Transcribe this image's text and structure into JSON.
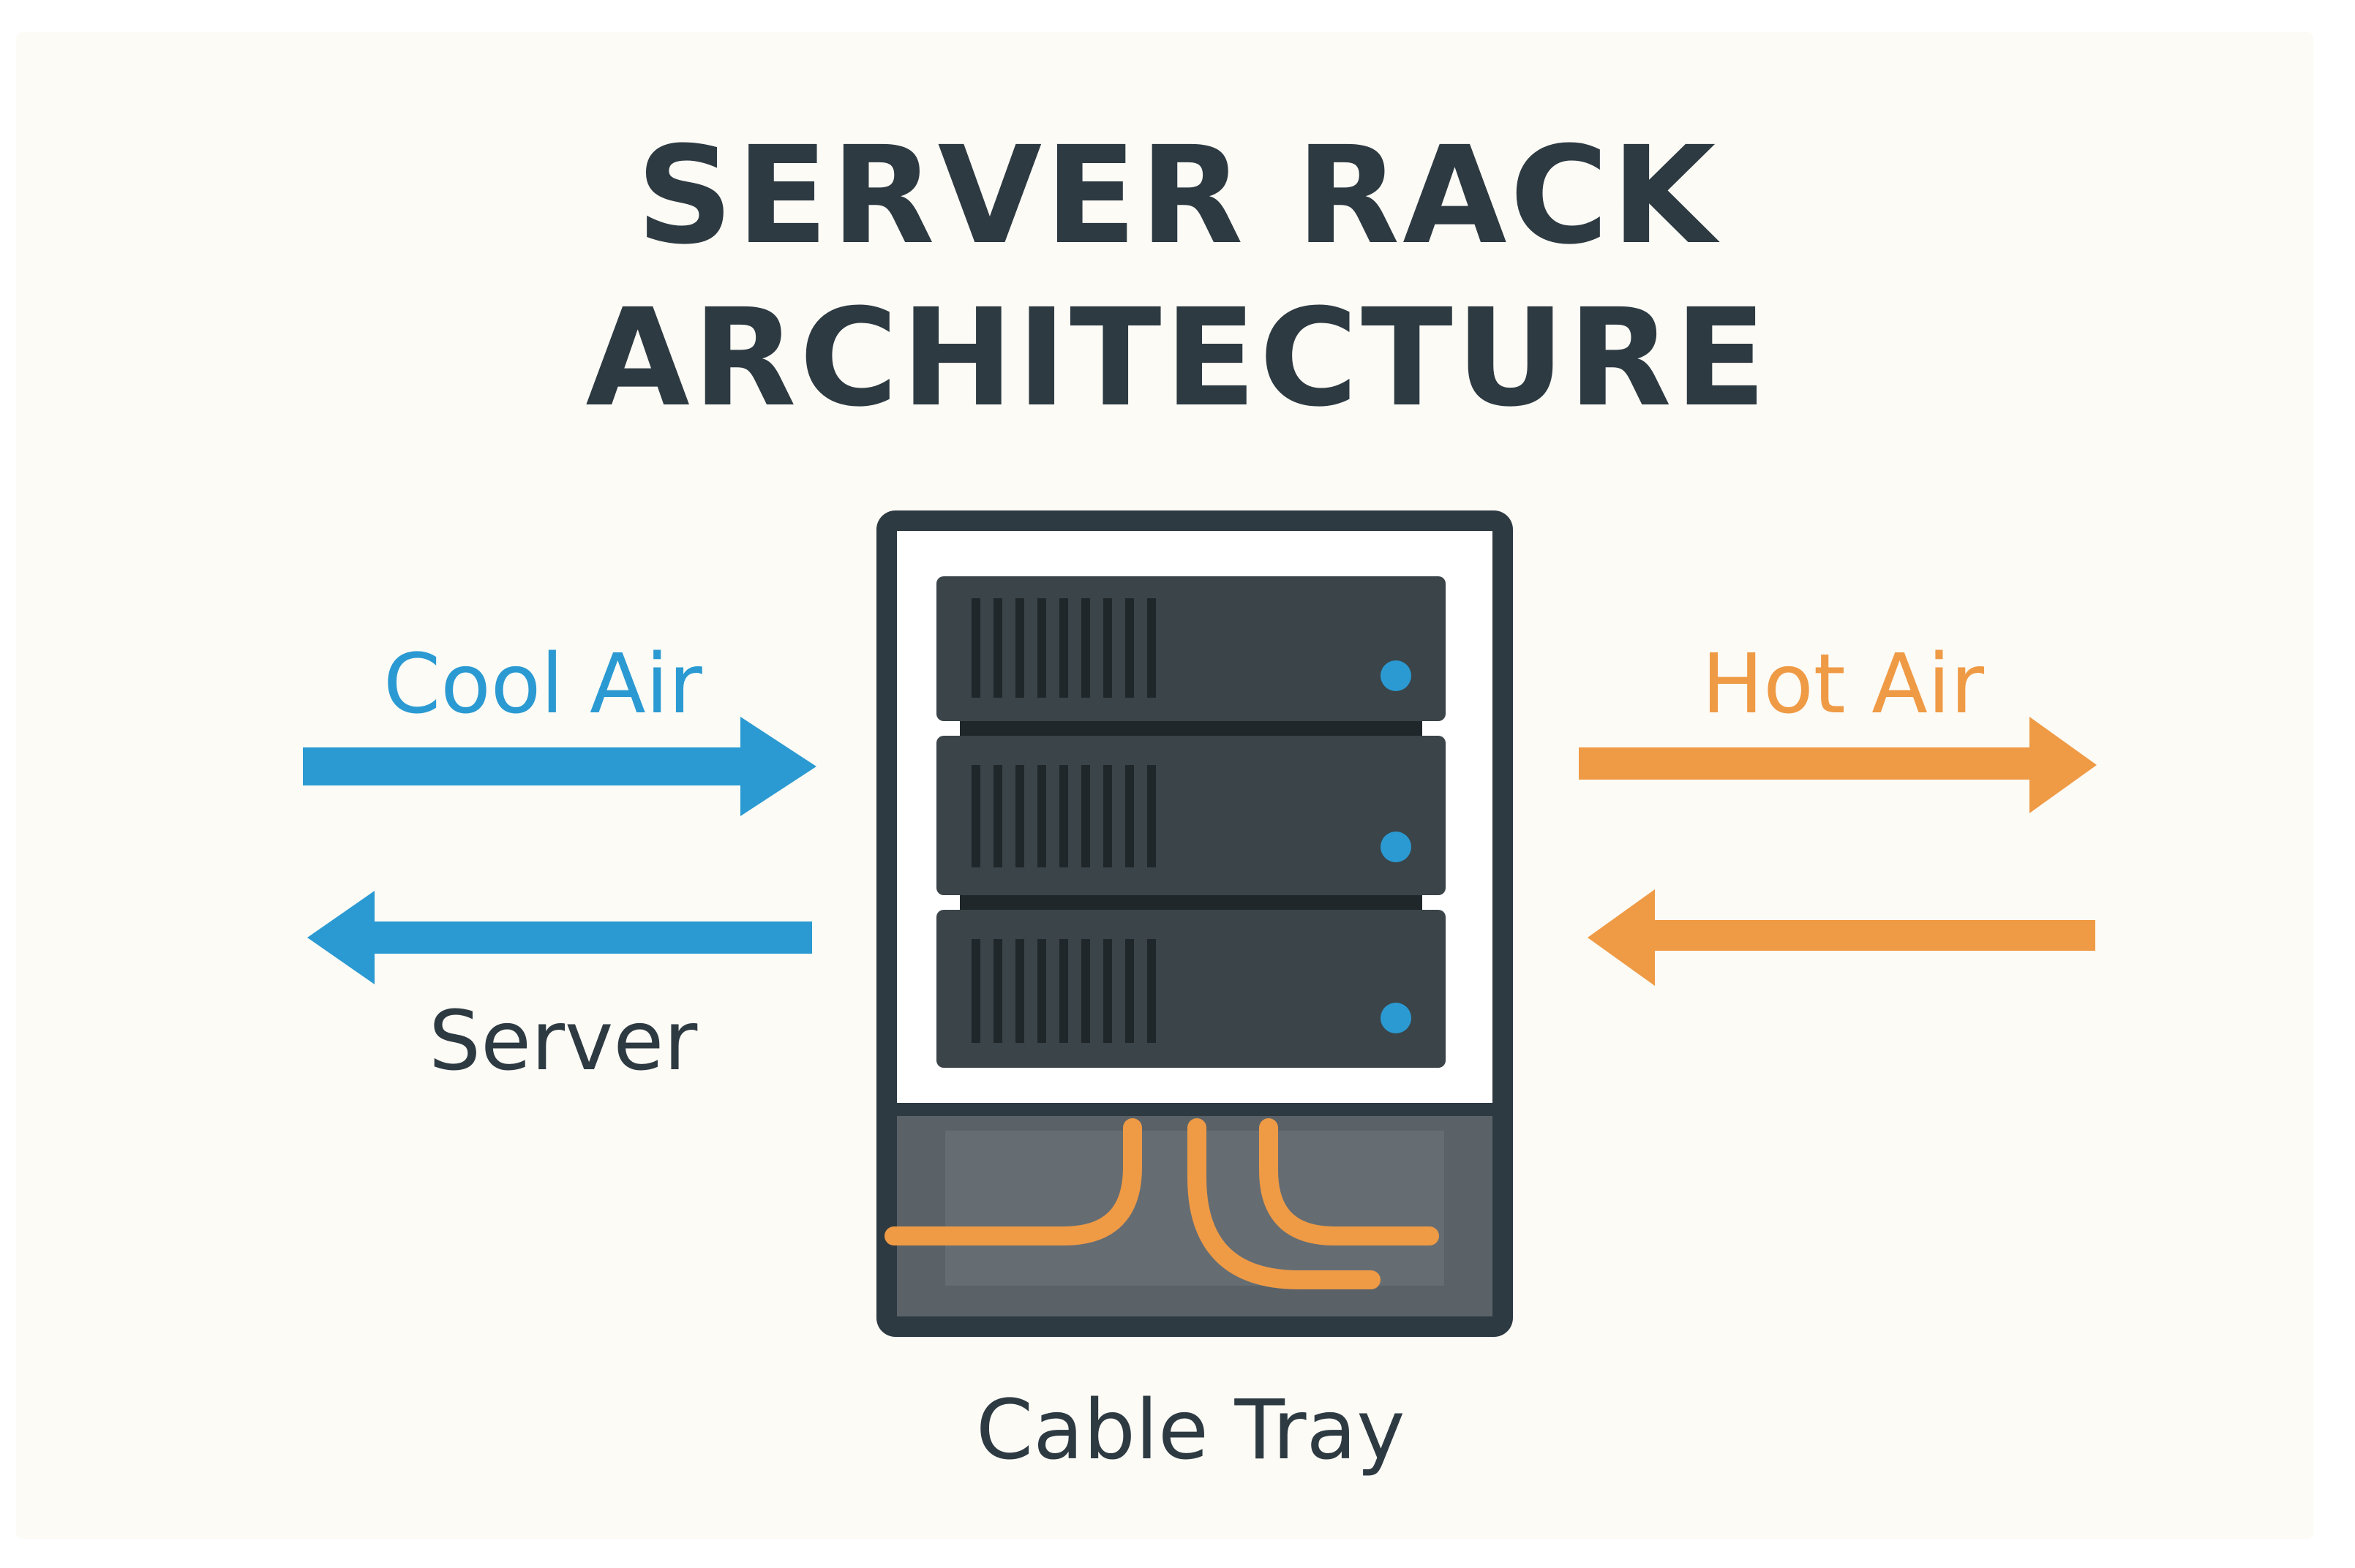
{
  "title": {
    "line1": "SERVER RACK",
    "line2": "ARCHITECTURE"
  },
  "labels": {
    "cool_air": "Cool Air",
    "hot_air": "Hot Air",
    "server": "Server",
    "cable_tray": "Cable Tray"
  },
  "colors": {
    "background": "#fcfbf6",
    "dark": "#2e3a42",
    "cool": "#2b9ad2",
    "hot": "#ef9a45",
    "tray": "#5a6268"
  },
  "icons": {
    "server_units": 3,
    "unit_icon": "server-unit-icon",
    "arrow_icon": "arrow-icon"
  }
}
